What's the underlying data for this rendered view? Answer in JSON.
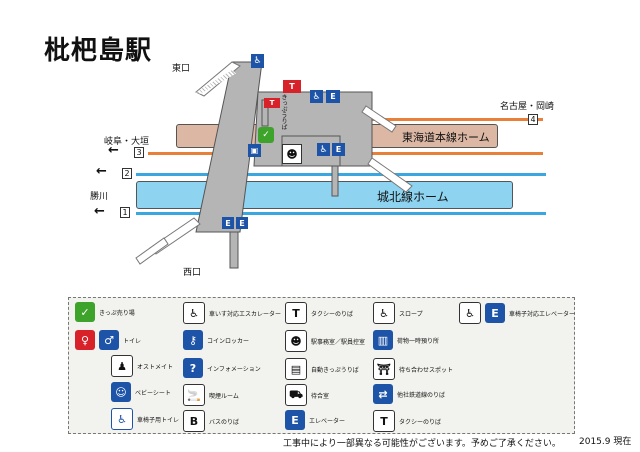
{
  "title": "枇杷島駅",
  "labels": {
    "east_exit": "東口",
    "west_exit": "西口",
    "nagoya_okazaki": "名古屋・岡崎",
    "gifu_ogaki": "岐阜・大垣",
    "katsukawa": "勝川",
    "tokaido_platform": "東海道本線ホーム",
    "johoku_platform": "城北線ホーム",
    "track_4": "4",
    "track_3": "3",
    "track_2": "2",
    "track_1": "1",
    "arrow": "←",
    "passage_label": "きっぷうりば"
  },
  "icons": {
    "accessible": "♿",
    "toilet": "T",
    "elevator": "E"
  },
  "colors": {
    "orange_track": "#e8803a",
    "blue_track": "#3aa7e0",
    "tokaido_platform": "#dcb8a4",
    "johoku_platform": "#8ed3f0",
    "concourse": "#b5b5b5",
    "icon_blue": "#1e54a8",
    "icon_green": "#3ea32a",
    "icon_red": "#d8222a"
  },
  "legend": {
    "ticket_machine": "きっぷ売り場",
    "wheelchair_escalator": "車いす対応エスカレーター",
    "taxi": "タクシーのりば",
    "slope": "スロープ",
    "wheelchair_elevator": "車椅子対応エレベーター",
    "toilet": "トイレ",
    "coin_locker": "コインロッカー",
    "station_office": "駅事務室／駅員控室",
    "baggage": "荷物一時預り所",
    "ostomate": "オストメイト",
    "information": "インフォメーション",
    "auto_ticket": "自動きっぷうりば",
    "meeting_spot": "待ち合わせスポット",
    "baby_sheet": "ベビーシート",
    "smoking": "喫煙ルーム",
    "waiting_room": "待合室",
    "other_railway": "他社鉄道線のりば",
    "accessible_toilet": "車椅子用トイレ",
    "bus": "バスのりば",
    "elevator": "エレベーター",
    "taxi2": "タクシーのりば",
    "letter_B": "B",
    "letter_T": "T"
  },
  "notice": "工事中により一部異なる可能性がございます。予めご了承ください。",
  "date": "2015.9 現在"
}
